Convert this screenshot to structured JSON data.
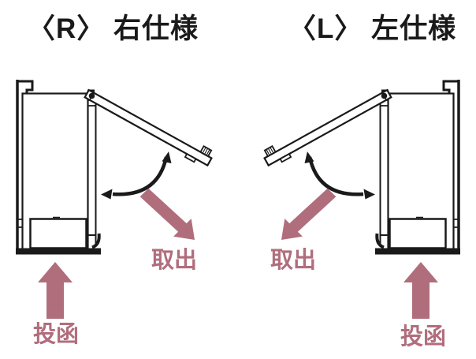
{
  "colors": {
    "ink": "#1a1a1a",
    "accent": "#b06e7d",
    "background": "#ffffff"
  },
  "diagram_right": {
    "title": "〈R〉 右仕様",
    "takeout_label": "取出",
    "post_label": "投函"
  },
  "diagram_left": {
    "title": "〈L〉 左仕様",
    "takeout_label": "取出",
    "post_label": "投函"
  }
}
